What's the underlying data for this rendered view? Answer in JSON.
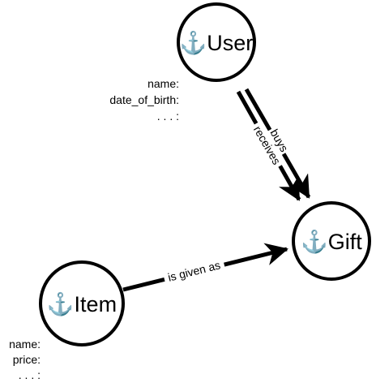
{
  "nodes": {
    "user": {
      "icon": "anchor-icon",
      "icon_glyph": "⚓",
      "label": "User"
    },
    "gift": {
      "icon": "anchor-icon",
      "icon_glyph": "⚓",
      "label": "Gift"
    },
    "item": {
      "icon": "anchor-icon",
      "icon_glyph": "⚓",
      "label": "Item"
    }
  },
  "edges": {
    "buys": {
      "label": "buys",
      "from": "User",
      "to": "Gift"
    },
    "receives": {
      "label": "receives",
      "from": "User",
      "to": "Gift"
    },
    "is_given_as": {
      "label": "is given as",
      "from": "Item",
      "to": "Gift"
    }
  },
  "user_properties": [
    "name:",
    "date_of_birth:",
    ". . . :"
  ],
  "item_properties": [
    "name:",
    "price:",
    ". . . :"
  ]
}
